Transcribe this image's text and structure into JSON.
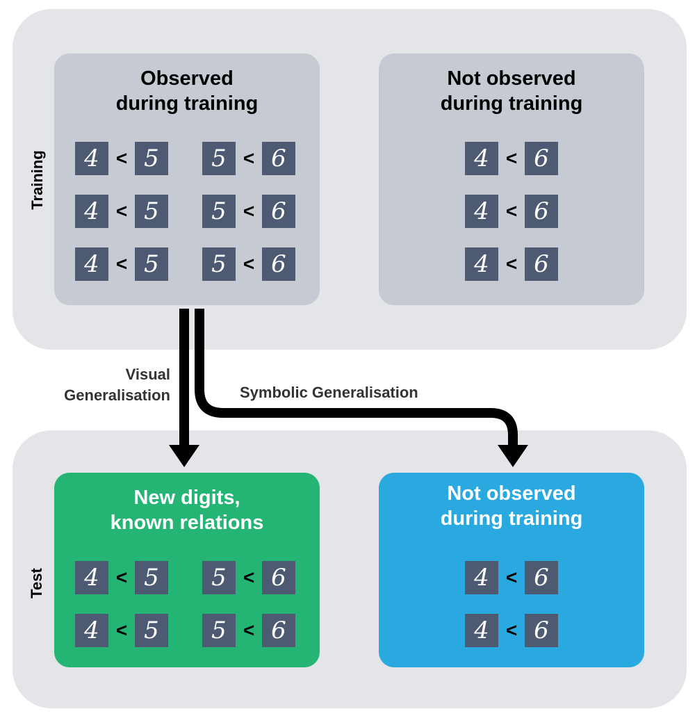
{
  "rows": {
    "training": "Training",
    "test": "Test"
  },
  "panels": {
    "observed": {
      "title_line1": "Observed",
      "title_line2": "during training",
      "pairs": [
        [
          "4",
          "5"
        ],
        [
          "5",
          "6"
        ],
        [
          "4",
          "5"
        ],
        [
          "5",
          "6"
        ],
        [
          "4",
          "5"
        ],
        [
          "5",
          "6"
        ]
      ]
    },
    "not_observed_train": {
      "title_line1": "Not observed",
      "title_line2": "during training",
      "pairs": [
        [
          "4",
          "6"
        ],
        [
          "4",
          "6"
        ],
        [
          "4",
          "6"
        ]
      ]
    },
    "new_digits": {
      "title_line1": "New digits,",
      "title_line2": "known relations",
      "pairs": [
        [
          "4",
          "5"
        ],
        [
          "5",
          "6"
        ],
        [
          "4",
          "5"
        ],
        [
          "5",
          "6"
        ]
      ]
    },
    "not_observed_test": {
      "title_line1": "Not observed",
      "title_line2": "during training",
      "pairs": [
        [
          "4",
          "6"
        ],
        [
          "4",
          "6"
        ]
      ]
    }
  },
  "relation_symbol": "<",
  "arrows": {
    "visual": {
      "line1": "Visual",
      "line2": "Generalisation"
    },
    "symbolic": {
      "label": "Symbolic Generalisation"
    }
  },
  "colors": {
    "outer": "#e4e5e9",
    "gray_panel": "#c6cad3",
    "green_panel": "#24b574",
    "blue_panel": "#2aa9e1",
    "digit_tile": "#4d5a72"
  }
}
